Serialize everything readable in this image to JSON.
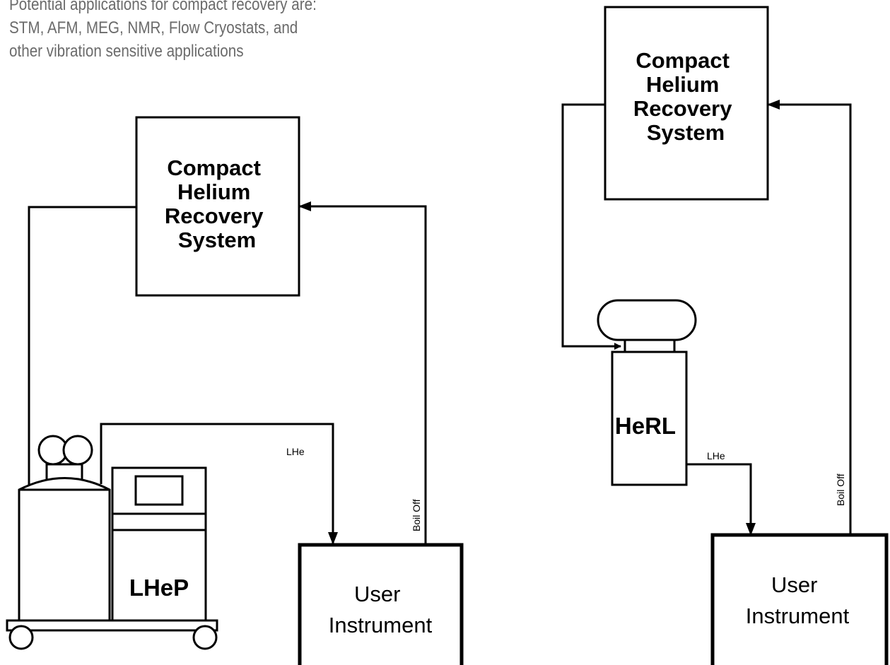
{
  "intro_lines": [
    "Potential applications for compact recovery are:",
    "STM, AFM, MEG, NMR, Flow Cryostats, and",
    "other vibration sensitive applications"
  ],
  "left_system": {
    "recovery_box": [
      "Compact",
      "Helium",
      "Recovery",
      "System"
    ],
    "liquefier_label": "LHeP",
    "instrument": [
      "User",
      "Instrument"
    ],
    "lhe_label": "LHe",
    "boiloff_label": "Boil Off"
  },
  "right_system": {
    "recovery_box": [
      "Compact",
      "Helium",
      "Recovery",
      "System"
    ],
    "liquefier_label": "HeRL",
    "instrument": [
      "User",
      "Instrument"
    ],
    "lhe_label": "LHe",
    "boiloff_label": "Boil Off"
  }
}
